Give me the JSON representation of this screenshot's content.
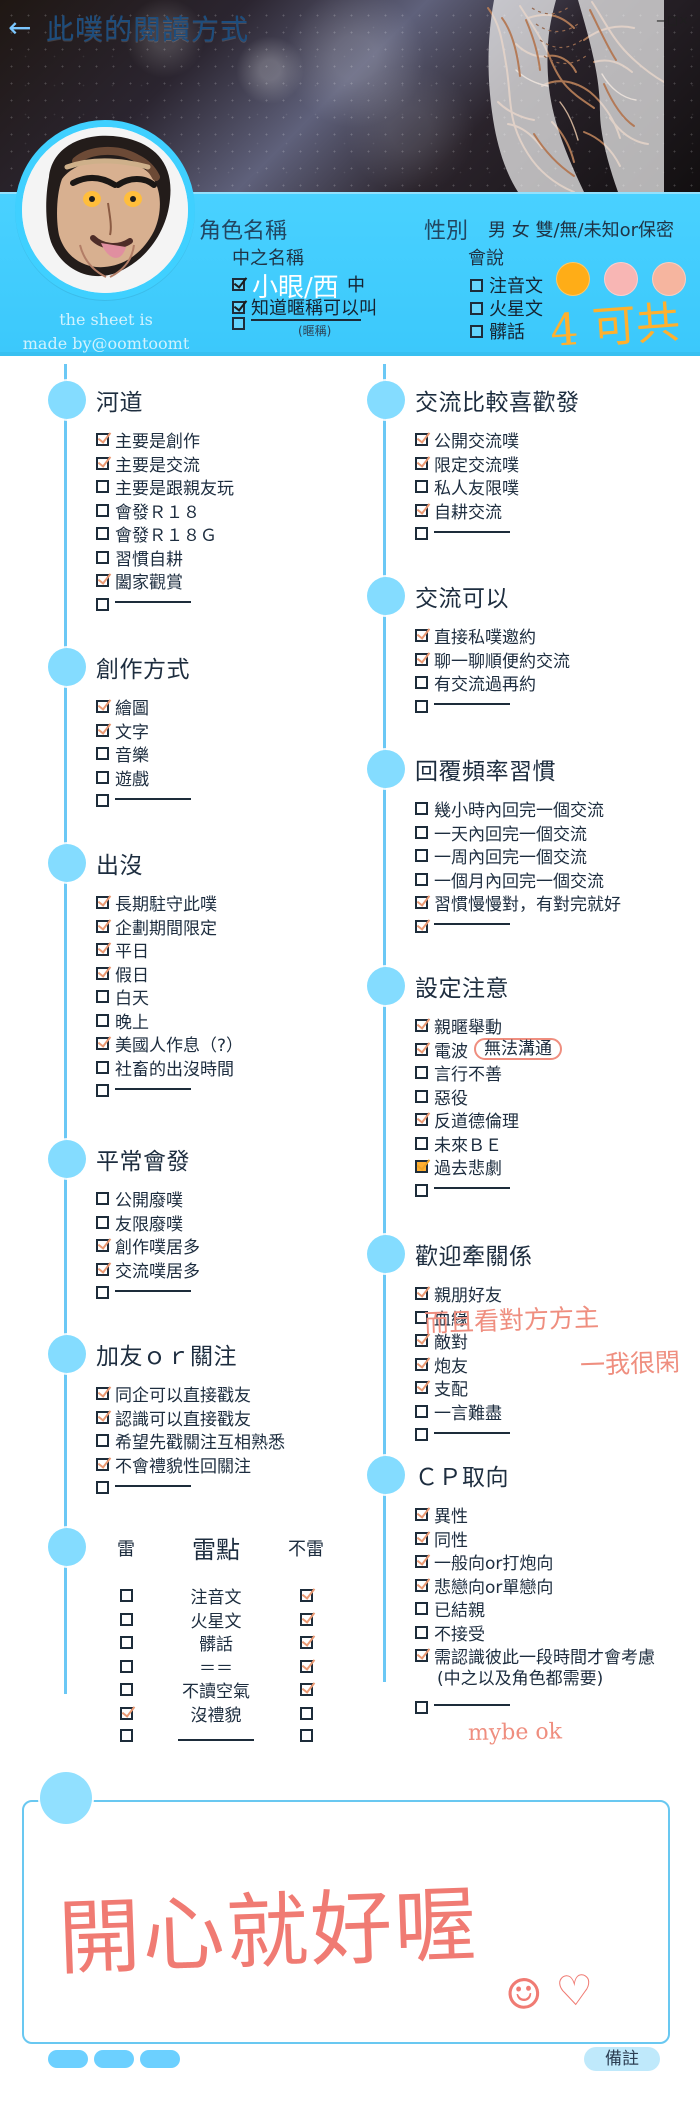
{
  "header": {
    "title": "此噗的閱讀方式",
    "back_icon": "←",
    "window_controls": [
      "—",
      "□",
      "×"
    ]
  },
  "credit": {
    "line1": "the sheet is",
    "line2": "made by@oomtoomt"
  },
  "profile": {
    "role_name_label": "角色名稱",
    "gender_label": "性別",
    "gender_options": "男 女 雙/無/未知or保密",
    "nickname_label": "中之名稱",
    "speak_label": "會說",
    "nickname_options": [
      "中",
      "知道暱稱可以叫",
      "",
      "(暱稱)"
    ],
    "speak_options": [
      "注音文",
      "火星文",
      "髒話"
    ],
    "handwritten_name": "小眼/西",
    "handwritten_mark": "4 可共"
  },
  "palette": [
    "#ffad17",
    "#f8b6b4",
    "#f6b59f"
  ],
  "sections": {
    "river": {
      "title": "河道",
      "items": [
        "主要是創作",
        "主要是交流",
        "主要是跟親友玩",
        "會發Ｒ１８",
        "會發Ｒ１８Ｇ",
        "習慣自耕",
        "闔家觀賞",
        ""
      ]
    },
    "creation": {
      "title": "創作方式",
      "items": [
        "繪圖",
        "文字",
        "音樂",
        "遊戲",
        ""
      ]
    },
    "appearance": {
      "title": "出沒",
      "items": [
        "長期駐守此噗",
        "企劃期間限定",
        "平日",
        "假日",
        "白天",
        "晚上",
        "美國人作息（?）",
        "社畜的出沒時間",
        ""
      ]
    },
    "usual": {
      "title": "平常會發",
      "items": [
        "公開廢噗",
        "友限廢噗",
        "創作噗居多",
        "交流噗居多",
        ""
      ]
    },
    "friend_follow": {
      "title": "加友ｏｒ關注",
      "items": [
        "同企可以直接戳友",
        "認識可以直接戳友",
        "希望先戳關注互相熟悉",
        "不會禮貌性回關注",
        ""
      ]
    },
    "thunder": {
      "left_label": "雷",
      "title": "雷點",
      "right_label": "不雷",
      "items": [
        "注音文",
        "火星文",
        "髒話",
        "＝＝",
        "不讀空氣",
        "沒禮貌",
        ""
      ]
    },
    "exchange_pref": {
      "title": "交流比較喜歡發",
      "items": [
        "公開交流噗",
        "限定交流噗",
        "私人友限噗",
        "自耕交流",
        ""
      ]
    },
    "exchange_ok": {
      "title": "交流可以",
      "items": [
        "直接私噗邀約",
        "聊一聊順便約交流",
        "有交流過再約",
        ""
      ]
    },
    "reply_habit": {
      "title": "回覆頻率習慣",
      "items": [
        "幾小時內回完一個交流",
        "一天內回完一個交流",
        "一周內回完一個交流",
        "一個月內回完一個交流",
        "習慣慢慢對，有對完就好",
        ""
      ]
    },
    "setting_notes": {
      "title": "設定注意",
      "items": [
        "親暱舉動",
        "電波",
        "無法溝通",
        "言行不善",
        "惡役",
        "反道德倫理",
        "未來ＢＥ",
        "過去悲劇",
        ""
      ]
    },
    "welcome_relations": {
      "title": "歡迎牽關係",
      "items": [
        "親朋好友",
        "血緣",
        "敵對",
        "炮友",
        "支配",
        "一言難盡",
        ""
      ]
    },
    "cp": {
      "title": "ＣＰ取向",
      "items": [
        "異性",
        "同性",
        "一般向or打炮向",
        "悲戀向or單戀向",
        "已結親",
        "不接受",
        "需認識彼此一段時間才會考慮",
        "(中之以及角色都需要)",
        ""
      ]
    }
  },
  "annotations": {
    "reply_note_1": "而且看對方方主",
    "reply_note_2": "一我很閑",
    "relations_note": "mybe ok",
    "memo": "開心就好喔",
    "memo_symbols": "☺ ♡"
  },
  "footer": {
    "remark": "備註"
  }
}
